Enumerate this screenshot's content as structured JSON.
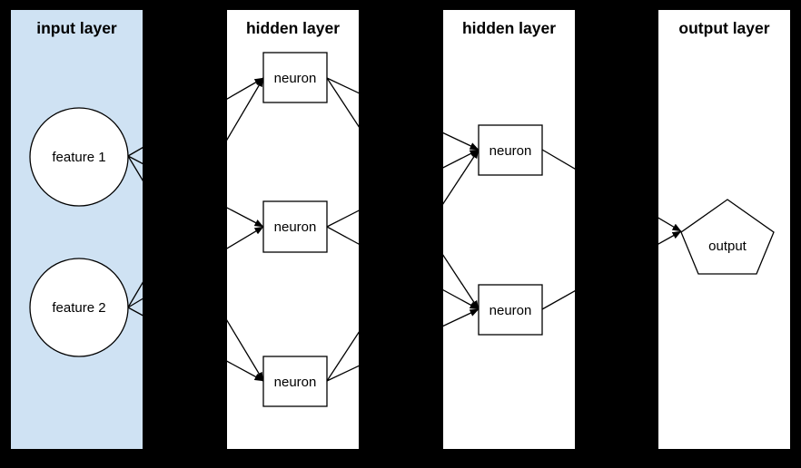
{
  "canvas": {
    "background_color": "#000000"
  },
  "diagram": {
    "stroke_color": "#000000",
    "layers": [
      {
        "title": "input layer",
        "panel_color": "#cfe2f3",
        "nodes": [
          {
            "id": "feature1",
            "label": "feature 1",
            "shape": "circle"
          },
          {
            "id": "feature2",
            "label": "feature 2",
            "shape": "circle"
          }
        ]
      },
      {
        "title": "hidden layer",
        "panel_color": "#ffffff",
        "nodes": [
          {
            "id": "h1n1",
            "label": "neuron",
            "shape": "rectangle"
          },
          {
            "id": "h1n2",
            "label": "neuron",
            "shape": "rectangle"
          },
          {
            "id": "h1n3",
            "label": "neuron",
            "shape": "rectangle"
          }
        ]
      },
      {
        "title": "hidden layer",
        "panel_color": "#ffffff",
        "nodes": [
          {
            "id": "h2n1",
            "label": "neuron",
            "shape": "rectangle"
          },
          {
            "id": "h2n2",
            "label": "neuron",
            "shape": "rectangle"
          }
        ]
      },
      {
        "title": "output layer",
        "panel_color": "#ffffff",
        "nodes": [
          {
            "id": "output",
            "label": "output",
            "shape": "pentagon"
          }
        ]
      }
    ],
    "edges": [
      {
        "from": "feature1",
        "to": "h1n1"
      },
      {
        "from": "feature1",
        "to": "h1n2"
      },
      {
        "from": "feature1",
        "to": "h1n3"
      },
      {
        "from": "feature2",
        "to": "h1n1"
      },
      {
        "from": "feature2",
        "to": "h1n2"
      },
      {
        "from": "feature2",
        "to": "h1n3"
      },
      {
        "from": "h1n1",
        "to": "h2n1"
      },
      {
        "from": "h1n1",
        "to": "h2n2"
      },
      {
        "from": "h1n2",
        "to": "h2n1"
      },
      {
        "from": "h1n2",
        "to": "h2n2"
      },
      {
        "from": "h1n3",
        "to": "h2n1"
      },
      {
        "from": "h1n3",
        "to": "h2n2"
      },
      {
        "from": "h2n1",
        "to": "output"
      },
      {
        "from": "h2n2",
        "to": "output"
      }
    ]
  }
}
